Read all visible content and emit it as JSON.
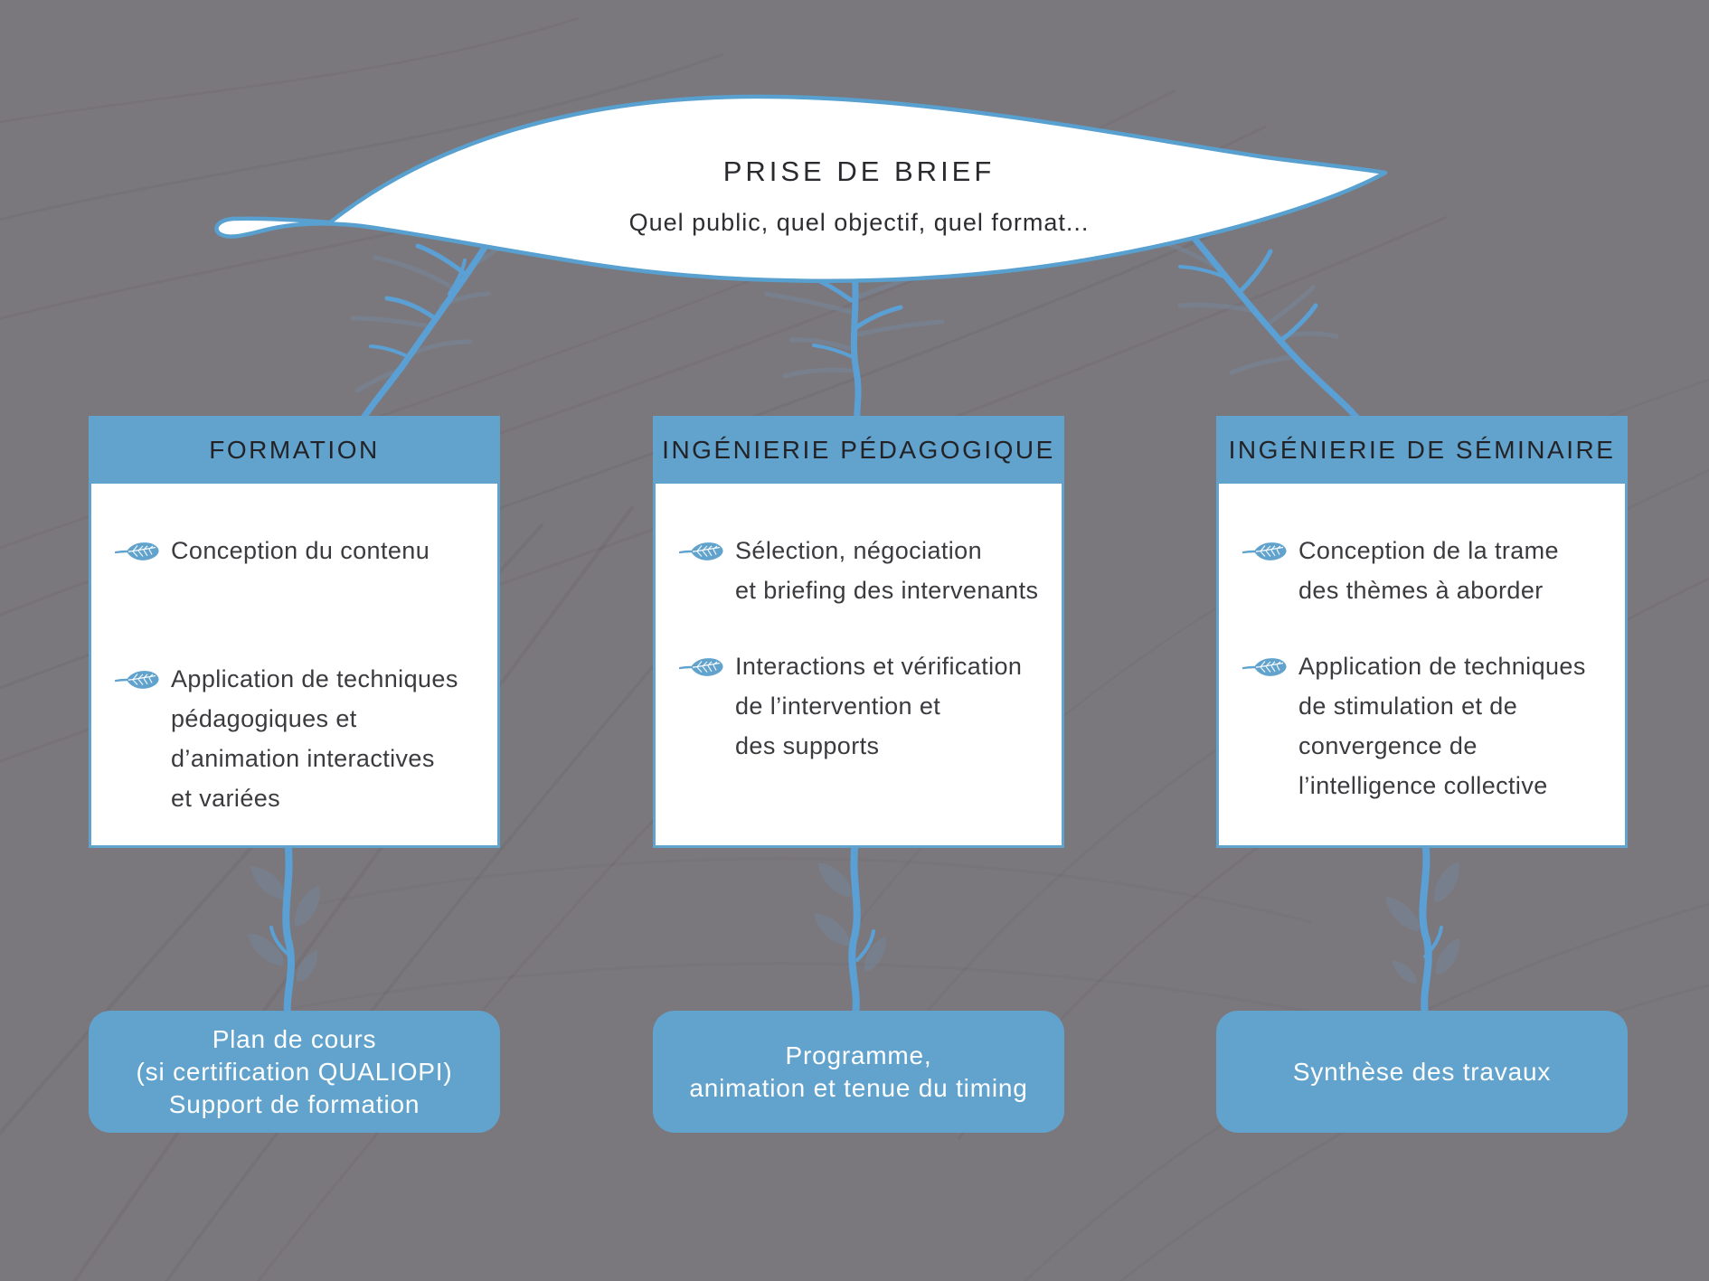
{
  "brief": {
    "title": "PRISE DE BRIEF",
    "subtitle": "Quel public, quel objectif, quel format..."
  },
  "columns": [
    {
      "header": "FORMATION",
      "bullets": [
        {
          "lines": [
            "Conception du contenu"
          ]
        },
        {
          "lines": [
            "Application de techniques",
            "pédagogiques et",
            "d’animation interactives",
            "et variées"
          ]
        }
      ],
      "output": {
        "lines": [
          "Plan de cours",
          "(si certification QUALIOPI)",
          "Support de formation"
        ]
      }
    },
    {
      "header": "INGÉNIERIE PÉDAGOGIQUE",
      "bullets": [
        {
          "lines": [
            "Sélection, négociation",
            "et briefing des intervenants"
          ]
        },
        {
          "lines": [
            "Interactions et vérification",
            "de l’intervention et",
            "des supports"
          ]
        }
      ],
      "output": {
        "lines": [
          "Programme,",
          "animation et tenue du timing"
        ]
      }
    },
    {
      "header": "INGÉNIERIE DE SÉMINAIRE",
      "bullets": [
        {
          "lines": [
            "Conception de la trame",
            "des thèmes à aborder"
          ]
        },
        {
          "lines": [
            "Application de techniques",
            "de stimulation et de",
            "convergence de",
            "l’intelligence collective"
          ]
        }
      ],
      "output": {
        "lines": [
          "Synthèse des travaux"
        ]
      }
    }
  ],
  "icons": {
    "bullet": "leaf-bullet-icon",
    "top_shape": "brief-leaf-shape"
  },
  "colors": {
    "accent_blue": "#61a3cd",
    "branch_blue": "#5aa0d4",
    "ghost_blue_gray": "#76879b",
    "background_gray": "#7b787d",
    "panel_white": "#ffffff",
    "text_dark": "#2a292e",
    "text_white": "#ffffff"
  }
}
